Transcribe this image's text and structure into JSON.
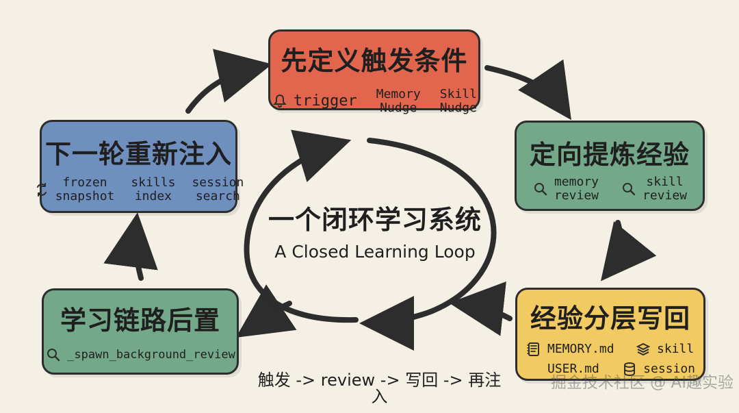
{
  "center": {
    "title": "一个闭环学习系统",
    "subtitle": "A Closed Learning Loop"
  },
  "cards": {
    "trigger": {
      "title": "先定义触发条件",
      "items": {
        "trigger": "trigger",
        "memory_nudge": "Memory\nNudge",
        "skill_nudge": "Skill\nNudge"
      },
      "icons": {
        "trigger": "bell-icon"
      },
      "color": "#e2654d"
    },
    "refine": {
      "title": "定向提炼经验",
      "items": {
        "memory_review": "memory\nreview",
        "skill_review": "skill\nreview"
      },
      "icons": {
        "memory_review": "magnifier-icon",
        "skill_review": "magnifier-icon"
      },
      "color": "#73a98a"
    },
    "writeback": {
      "title": "经验分层写回",
      "items": {
        "memory_md": "MEMORY.md",
        "skill": "skill",
        "user_md": "USER.md",
        "session": "session"
      },
      "icons": {
        "memory_md": "notebook-icon",
        "skill": "layers-icon",
        "user_md": "",
        "session": "database-icon"
      },
      "color": "#f1ca61"
    },
    "postpone": {
      "title": "学习链路后置",
      "items": {
        "spawn_background_review": "_spawn_background_review"
      },
      "icons": {
        "spawn_background_review": "magnifier-icon"
      },
      "color": "#73a98a"
    },
    "reinject": {
      "title": "下一轮重新注入",
      "items": {
        "frozen_snapshot": "frozen\nsnapshot",
        "skills_index": "skills\nindex",
        "session_search": "session\nsearch"
      },
      "icons": {
        "frozen_snapshot": "refresh-icon"
      },
      "color": "#6f8fbe"
    }
  },
  "flow": "触发 -> review -> 写回 -> 再注入",
  "watermark": "掘金技术社区 @ AI趣实验",
  "colors": {
    "background": "#f4f0e6",
    "stroke": "#2d2d2d"
  }
}
